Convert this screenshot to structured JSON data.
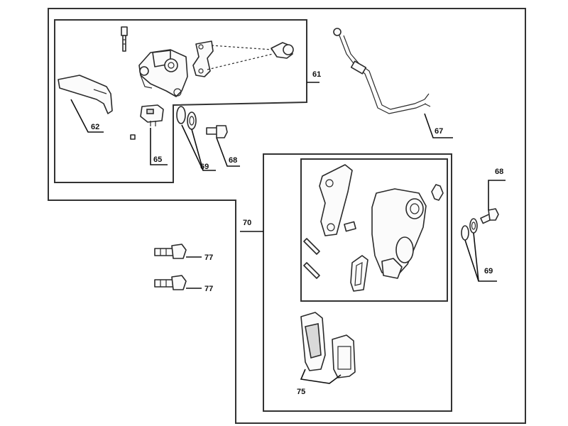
{
  "callouts": {
    "c61": "61",
    "c62": "62",
    "c65": "65",
    "c67": "67",
    "c68_top": "68",
    "c68_right": "68",
    "c69_top": "69",
    "c69_right": "69",
    "c70": "70",
    "c75": "75",
    "c77_a": "77",
    "c77_b": "77"
  }
}
